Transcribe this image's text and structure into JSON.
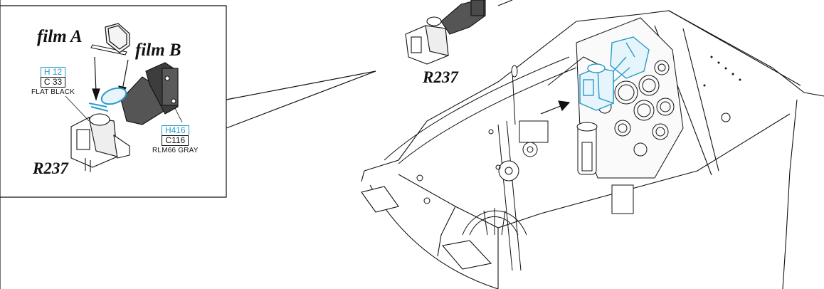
{
  "callouts": {
    "film_a": "film A",
    "film_b": "film B",
    "part_detail": "R237",
    "part_main": "R237"
  },
  "paints": {
    "flat_black": {
      "h_code": "H 12",
      "c_code": "C 33",
      "name": "FLAT BLACK"
    },
    "rlm66_gray": {
      "h_code": "H416",
      "c_code": "C116",
      "name": "RLM66 GRAY"
    }
  },
  "colors": {
    "highlight_blue": "#2a9ac9",
    "line": "#111111",
    "dark_gray": "#4a4a4a"
  }
}
